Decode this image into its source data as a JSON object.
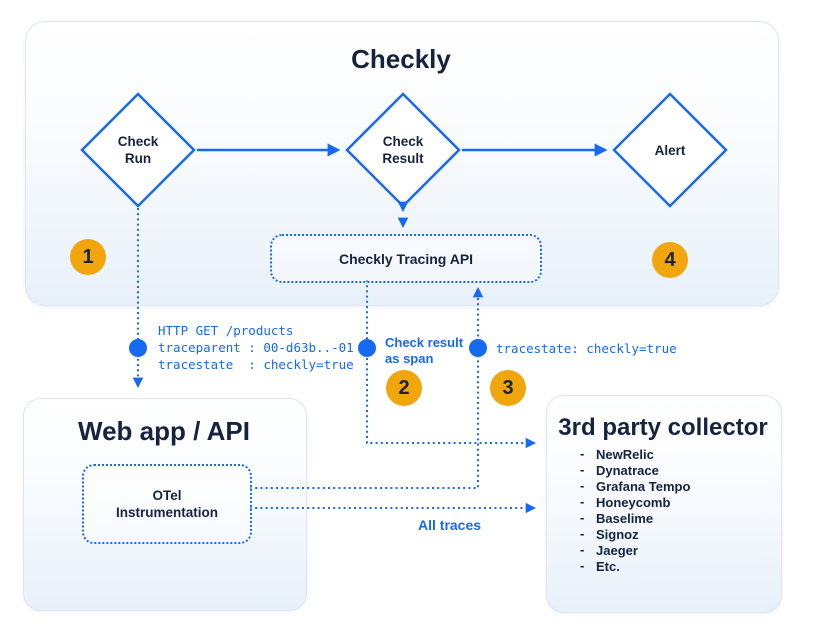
{
  "colors": {
    "accent_blue": "#1569f2",
    "dark_navy": "#16233f",
    "step_orange": "#f2a60d",
    "panel_fill_bottom": "#e8f0f9"
  },
  "diagram": {
    "checkly": {
      "title": "Checkly",
      "check_run": "Check\nRun",
      "check_result": "Check\nResult",
      "alert": "Alert",
      "tracing_api": "Checkly Tracing API"
    },
    "steps": {
      "one": "1",
      "two": "2",
      "three": "3",
      "four": "4"
    },
    "annotations": {
      "http_request": "HTTP GET /products\ntraceparent : 00-d63b..-01\ntracestate  : checkly=true",
      "check_result_as_span": "Check result\nas span",
      "tracestate": "tracestate: checkly=true",
      "all_traces": "All traces"
    },
    "web_app": {
      "title": "Web app / API",
      "otel": "OTel\nInstrumentation"
    },
    "collector": {
      "title": "3rd party collector",
      "items": [
        "NewRelic",
        "Dynatrace",
        "Grafana Tempo",
        "Honeycomb",
        "Baselime",
        "Signoz",
        "Jaeger",
        "Etc."
      ]
    }
  }
}
